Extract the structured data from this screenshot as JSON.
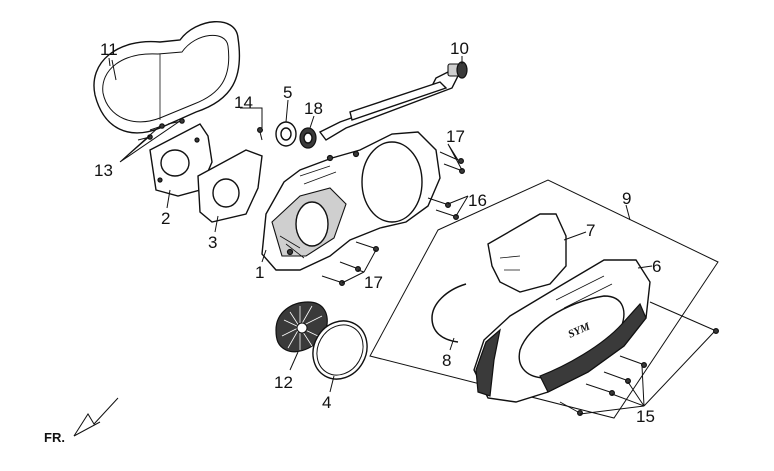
{
  "callouts": [
    "11",
    "10",
    "14",
    "5",
    "18",
    "17",
    "13",
    "2",
    "3",
    "16",
    "9",
    "7",
    "6",
    "1",
    "17",
    "12",
    "8",
    "4",
    "15"
  ],
  "front_label": "FR."
}
